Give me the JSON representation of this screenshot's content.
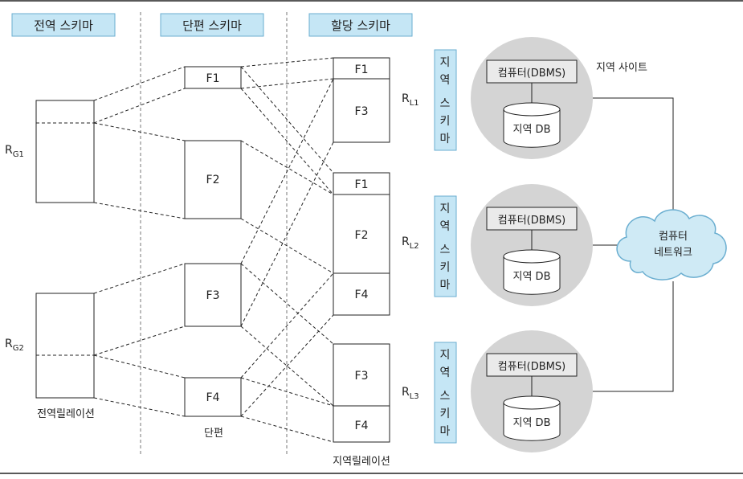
{
  "headers": {
    "global": "전역 스키마",
    "fragment": "단편 스키마",
    "allocation": "할당 스키마"
  },
  "global_relations": {
    "rg1": {
      "main": "R",
      "sub": "G1"
    },
    "rg2": {
      "main": "R",
      "sub": "G2"
    },
    "caption": "전역릴레이션"
  },
  "fragments": {
    "f1": "F1",
    "f2": "F2",
    "f3": "F3",
    "f4": "F4",
    "caption": "단편"
  },
  "local_relations": {
    "l1": {
      "main": "R",
      "sub": "L1",
      "cells": [
        "F1",
        "F3"
      ]
    },
    "l2": {
      "main": "R",
      "sub": "L2",
      "cells": [
        "F1",
        "F2",
        "F4"
      ]
    },
    "l3": {
      "main": "R",
      "sub": "L3",
      "cells": [
        "F3",
        "F4"
      ]
    },
    "caption": "지역릴레이션"
  },
  "local_schema": {
    "label_chars": [
      "지",
      "역",
      "스",
      "키",
      "마"
    ]
  },
  "sites": {
    "computer_label": "컴퓨터(DBMS)",
    "db_label": "지역 DB",
    "site_caption": "지역 사이트"
  },
  "network": {
    "line1": "컴퓨터",
    "line2": "네트워크"
  },
  "colors": {
    "header_fill": "#c5e6f5",
    "header_border": "#6aaed0",
    "site_fill": "#d4d4d4",
    "line": "#222222"
  }
}
